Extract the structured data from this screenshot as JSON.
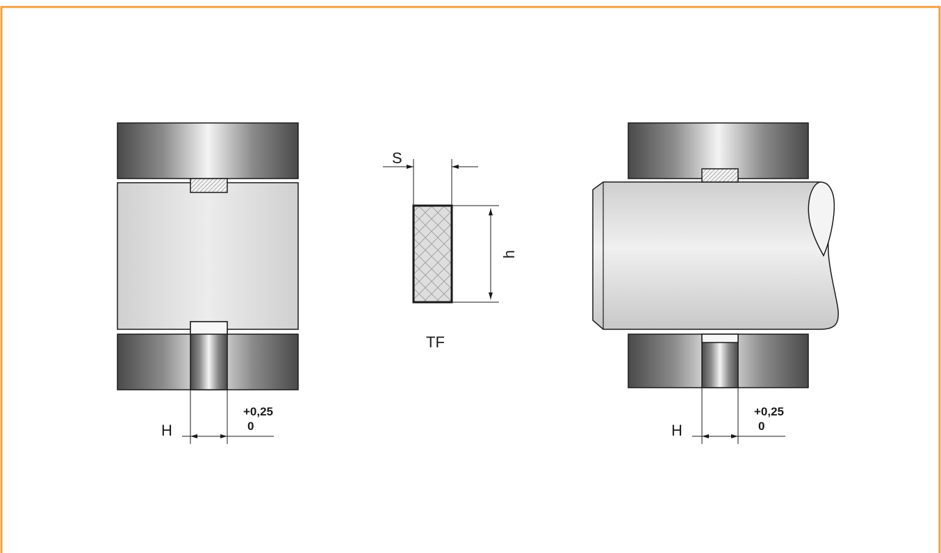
{
  "colors": {
    "frame": "#F0A040",
    "line": "#1a1a1a",
    "metal_dark": "#555555",
    "metal_light": "#f2f2f2",
    "shaft": "#dcdcdc",
    "seal_hatch": "#9a9a9a"
  },
  "section": {
    "label": "TF",
    "width_label": "S",
    "height_label": "h"
  },
  "left_view": {
    "dimension_label": "H",
    "tolerance_upper": "+0,25",
    "tolerance_lower": "0"
  },
  "right_view": {
    "dimension_label": "H",
    "tolerance_upper": "+0,25",
    "tolerance_lower": "0"
  }
}
